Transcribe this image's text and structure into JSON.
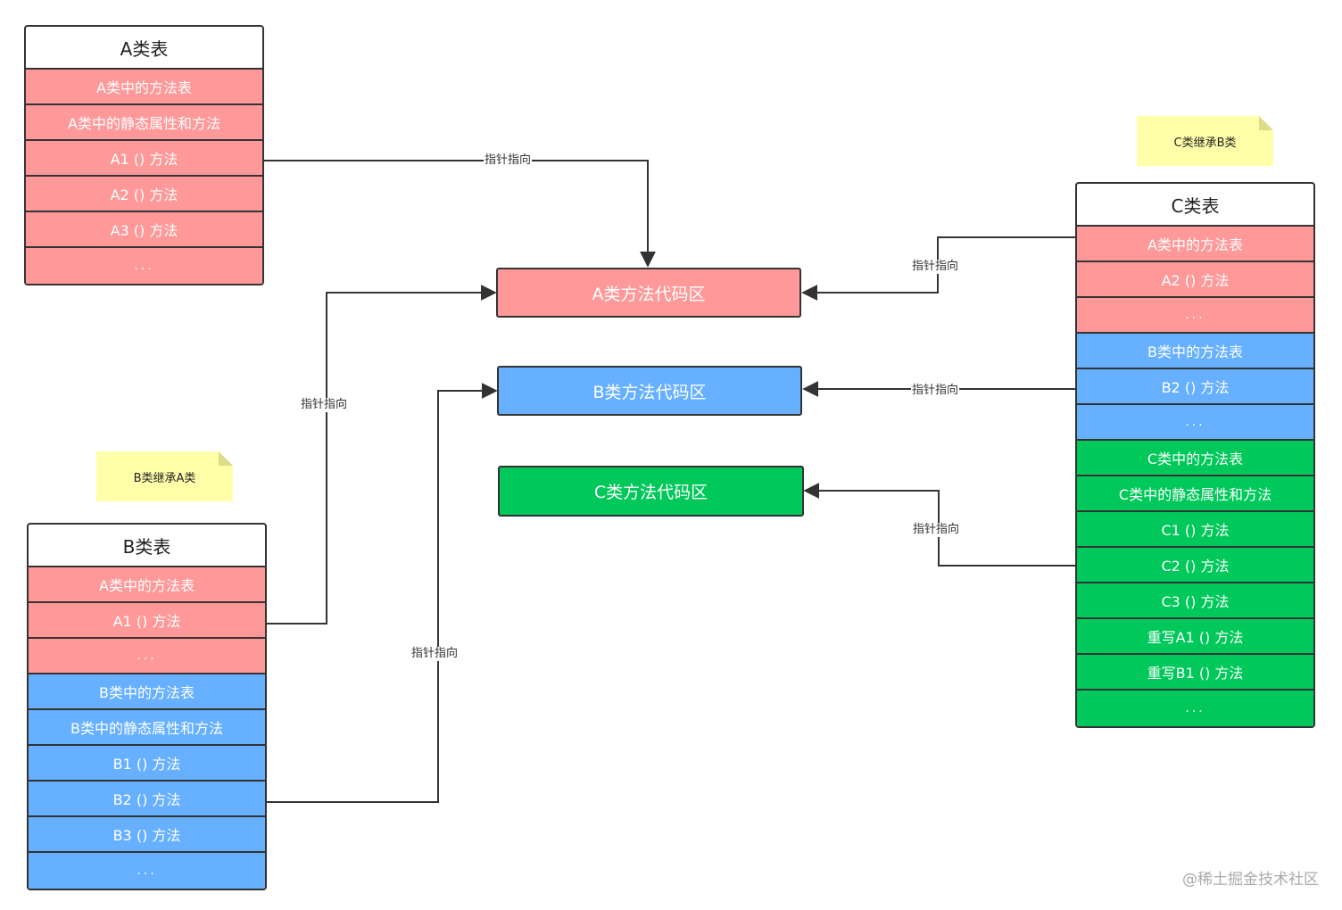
{
  "tables": {
    "a": {
      "title": "A类表",
      "rows": [
        {
          "text": "A类中的方法表",
          "color": "red"
        },
        {
          "text": "A类中的静态属性和方法",
          "color": "red"
        },
        {
          "text": "A1 () 方法",
          "color": "red"
        },
        {
          "text": "A2 () 方法",
          "color": "red"
        },
        {
          "text": "A3 () 方法",
          "color": "red"
        },
        {
          "text": "...",
          "color": "red"
        }
      ]
    },
    "b": {
      "title": "B类表",
      "rows": [
        {
          "text": "A类中的方法表",
          "color": "red"
        },
        {
          "text": "A1 () 方法",
          "color": "red"
        },
        {
          "text": "...",
          "color": "red"
        },
        {
          "text": "B类中的方法表",
          "color": "blue"
        },
        {
          "text": "B类中的静态属性和方法",
          "color": "blue"
        },
        {
          "text": "B1 () 方法",
          "color": "blue"
        },
        {
          "text": "B2 () 方法",
          "color": "blue"
        },
        {
          "text": "B3 () 方法",
          "color": "blue"
        },
        {
          "text": "...",
          "color": "blue"
        }
      ]
    },
    "c": {
      "title": "C类表",
      "rows": [
        {
          "text": "A类中的方法表",
          "color": "red"
        },
        {
          "text": "A2 () 方法",
          "color": "red"
        },
        {
          "text": "...",
          "color": "red"
        },
        {
          "text": "B类中的方法表",
          "color": "blue"
        },
        {
          "text": "B2 () 方法",
          "color": "blue"
        },
        {
          "text": "...",
          "color": "blue"
        },
        {
          "text": "C类中的方法表",
          "color": "green"
        },
        {
          "text": "C类中的静态属性和方法",
          "color": "green"
        },
        {
          "text": "C1 () 方法",
          "color": "green"
        },
        {
          "text": "C2 () 方法",
          "color": "green"
        },
        {
          "text": "C3 () 方法",
          "color": "green"
        },
        {
          "text": "重写A1 () 方法",
          "color": "green"
        },
        {
          "text": "重写B1 () 方法",
          "color": "green"
        },
        {
          "text": "...",
          "color": "green"
        }
      ]
    }
  },
  "code_areas": {
    "a": {
      "label": "A类方法代码区",
      "color": "#ff9999"
    },
    "b": {
      "label": "B类方法代码区",
      "color": "#66b0ff"
    },
    "c": {
      "label": "C类方法代码区",
      "color": "#00c85a"
    }
  },
  "notes": {
    "b_inherits": "B类继承A类",
    "c_inherits": "C类继承B类"
  },
  "edge_label": "指针指向",
  "watermark": "@稀土掘金技术社区"
}
